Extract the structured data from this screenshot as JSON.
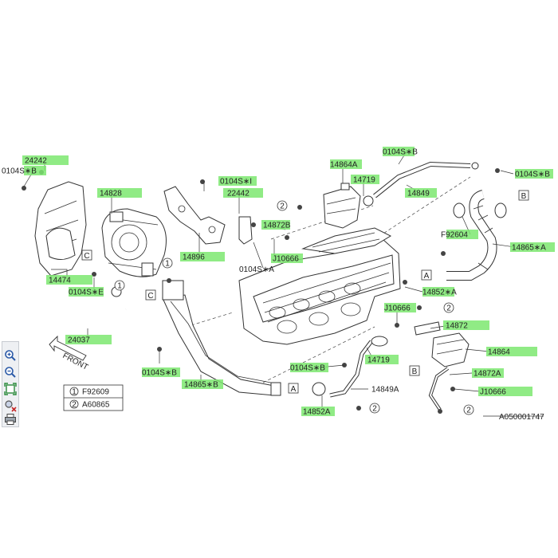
{
  "diagram": {
    "labels": {
      "l24242": "24242",
      "l0104S_B_top": "0104S∗B",
      "l14828": "14828",
      "l14474": "14474",
      "l0104S_E": "0104S∗E",
      "l24037": "24037",
      "l0104S_B_mid": "0104S∗B",
      "l14865_B": "14865∗B",
      "l14896": "14896",
      "l0104S_I": "0104S∗I",
      "l22442": "22442",
      "l14872B": "14872B",
      "lJ10666_a": "J10666",
      "l0104S_A": "0104S∗A",
      "l14864A": "14864A",
      "l14719_top": "14719",
      "l0104S_B_r1": "0104S∗B",
      "l14849": "14849",
      "l0104S_B_r2": "0104S∗B",
      "lF92604": "F92604",
      "l14865_A": "14865∗A",
      "l14852_A": "14852∗A",
      "lJ10666_b": "J10666",
      "l14872": "14872",
      "l14864": "14864",
      "l14719_bot": "14719",
      "l0104S_B_bot": "0104S∗B",
      "l14849A": "14849A",
      "l14852A": "14852A",
      "l14872A": "14872A",
      "lJ10666_c": "J10666",
      "front": "FRONT",
      "diagram_id": "A050001747"
    },
    "markers": {
      "A": "A",
      "B": "B",
      "C": "C",
      "circle1": "1",
      "circle2": "2"
    },
    "legend": {
      "rows": [
        {
          "num": "1",
          "code": "F92609"
        },
        {
          "num": "2",
          "code": "A60865"
        }
      ]
    }
  },
  "toolbar": {
    "tools": [
      "zoom-in-icon",
      "zoom-out-icon",
      "fit-screen-icon",
      "reset-icon",
      "print-icon"
    ]
  },
  "colors": {
    "highlight": "#7de870",
    "line": "#333333",
    "toolbar_bg": "#eef0f3"
  }
}
